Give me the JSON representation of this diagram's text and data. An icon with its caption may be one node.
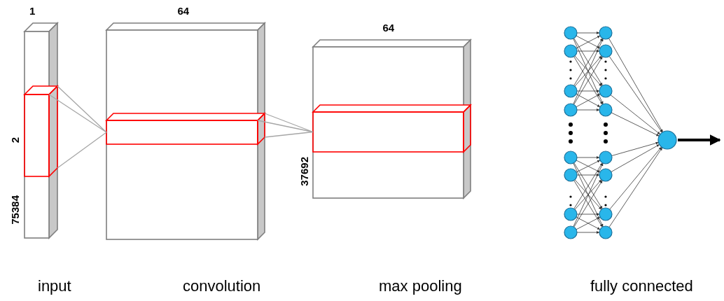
{
  "diagram": {
    "nodes": [
      {
        "text": [],
        "shape": "box",
        "beside": [
          "input"
        ]
      },
      {
        "text": [],
        "shape": "box",
        "in": 0,
        "beside": [
          "2"
        ]
      },
      {
        "text": [],
        "shape": "box",
        "beside": [
          "convolution"
        ]
      },
      {
        "text": [],
        "shape": "box",
        "in": 2
      },
      {
        "text": [],
        "shape": "box"
      },
      {
        "text": [],
        "shape": "box",
        "in": 4
      },
      {
        "text": [],
        "shape": "picture",
        "beside": [
          "fully connected"
        ]
      }
    ],
    "edges": [
      {
        "from": 1,
        "to": 3,
        "arrow": "none"
      },
      {
        "from": 3,
        "to": 5,
        "arrow": "none"
      },
      {
        "from": 6,
        "to": null,
        "arrow": "to",
        "style": "thick",
        "color": "#000000"
      }
    ],
    "labels": [
      "1",
      "64",
      "75384",
      "64",
      "37692",
      "max pooling"
    ]
  }
}
